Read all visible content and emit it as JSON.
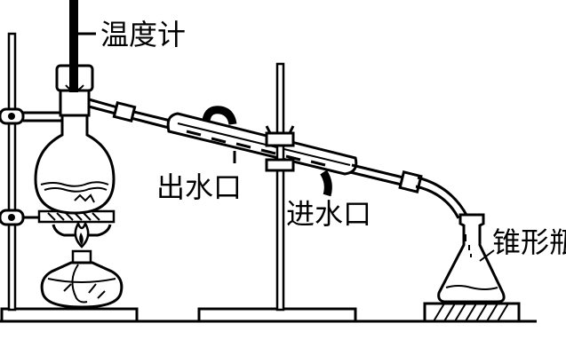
{
  "labels": {
    "thermometer": "温度计",
    "water_out": "出水口",
    "water_in": "进水口",
    "erlenmeyer": "锥形瓶"
  }
}
